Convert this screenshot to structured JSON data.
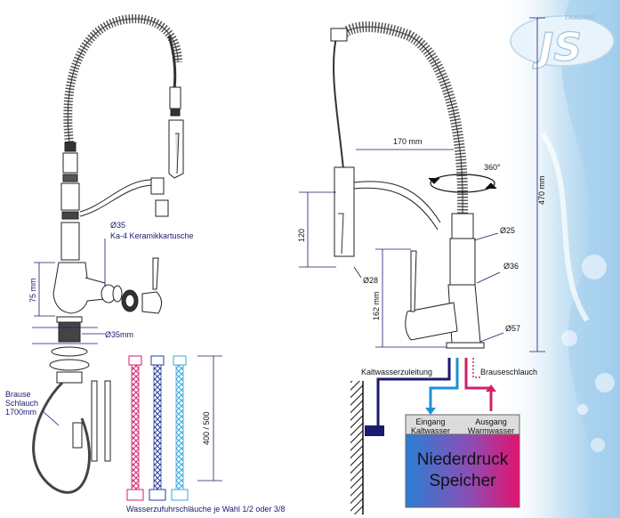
{
  "left_diagram": {
    "cartridge_label_1": "Ø35",
    "cartridge_label_2": "Ka-4 Keramikkartusche",
    "height_75": "75 mm",
    "base_diameter": "Ø35mm",
    "hose_label_1": "Brause",
    "hose_label_2": "Schlauch",
    "hose_label_3": "1700mm",
    "supply_length": "400 / 500",
    "supply_caption": "Wasserzufuhrschläuche je Wahl 1/2  oder 3/8"
  },
  "right_diagram": {
    "width_170": "170 mm",
    "rotation": "360°",
    "height_470": "470 mm",
    "height_120": "120",
    "dia_25": "Ø25",
    "dia_36": "Ø36",
    "dia_28": "Ø28",
    "height_162": "162 mm",
    "dia_57": "Ø57",
    "cold_feed": "Kaltwasserzuleitung",
    "shower_hose": "Brauseschlauch",
    "inlet_1": "Eingang",
    "inlet_2": "Kaltwasser",
    "outlet_1": "Ausgang",
    "outlet_2": "Warmwasser",
    "storage_1": "Niederdruck",
    "storage_2": "Speicher"
  },
  "logo": {
    "small": "TRADING",
    "big": "JS"
  },
  "colors": {
    "cold": "#1e90d6",
    "warm": "#d0206a",
    "ink": "#1a1a6e"
  }
}
